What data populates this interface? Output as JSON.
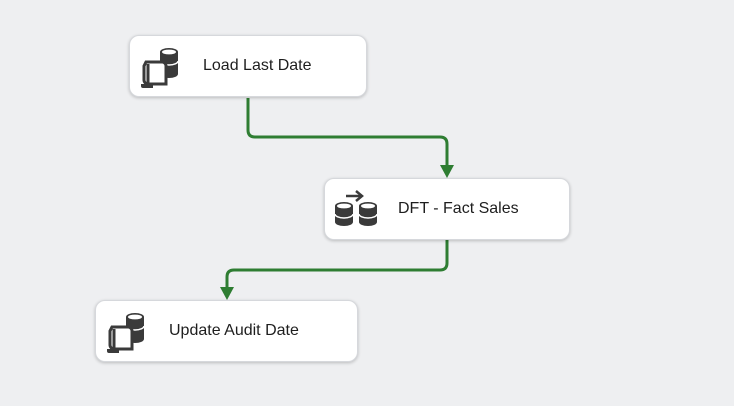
{
  "control_flow": {
    "tasks": [
      {
        "label": "Load Last Date",
        "icon": "execute-sql-task-icon"
      },
      {
        "label": "DFT - Fact Sales",
        "icon": "data-flow-task-icon"
      },
      {
        "label": "Update Audit Date",
        "icon": "execute-sql-task-icon"
      }
    ],
    "precedence_constraints": [
      {
        "from": "Load Last Date",
        "to": "DFT - Fact Sales",
        "type": "success"
      },
      {
        "from": "DFT - Fact Sales",
        "to": "Update Audit Date",
        "type": "success"
      }
    ]
  },
  "colors": {
    "canvas_background": "#eeeff1",
    "task_background": "#ffffff",
    "success_constraint": "#2e7d32",
    "icon": "#3a3a3a"
  }
}
